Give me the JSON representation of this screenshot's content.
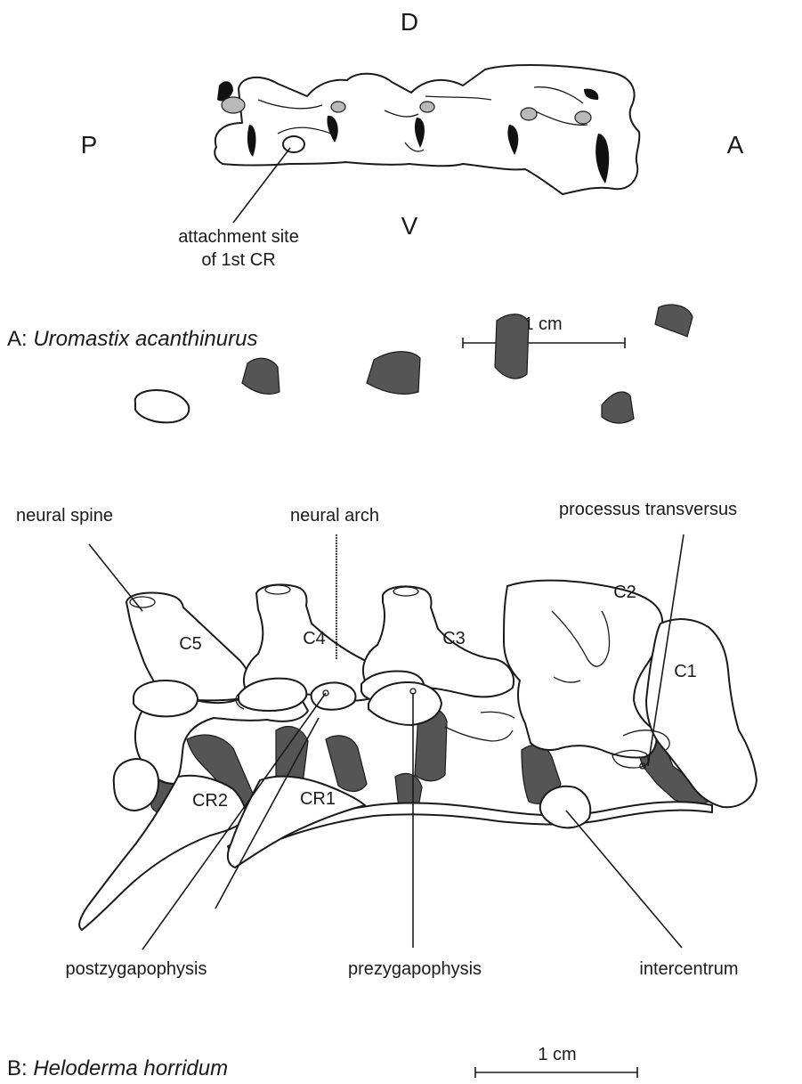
{
  "panel_a": {
    "orientation": {
      "dorsal": "D",
      "ventral": "V",
      "posterior": "P",
      "anterior": "A"
    },
    "callout_line1": "attachment site",
    "callout_line2": "of 1st CR",
    "caption_prefix": "A: ",
    "caption_species": "Uromastix acanthinurus",
    "scale_label": "1 cm"
  },
  "panel_b": {
    "vertebrae": [
      "C1",
      "C2",
      "C3",
      "C4",
      "C5"
    ],
    "ribs": [
      "CR1",
      "CR2"
    ],
    "labels": {
      "neural_spine": "neural spine",
      "neural_arch": "neural arch",
      "processus_transversus": "processus transversus",
      "postzygapophysis": "postzygapophysis",
      "prezygapophysis": "prezygapophysis",
      "intercentrum": "intercentrum"
    },
    "caption_prefix": "B: ",
    "caption_species": "Heloderma horridum",
    "scale_label": "1 cm"
  },
  "colors": {
    "muscle_shading": "#555555",
    "facet_shading": "#b9b9b9",
    "ink": "#1a1a1a"
  }
}
